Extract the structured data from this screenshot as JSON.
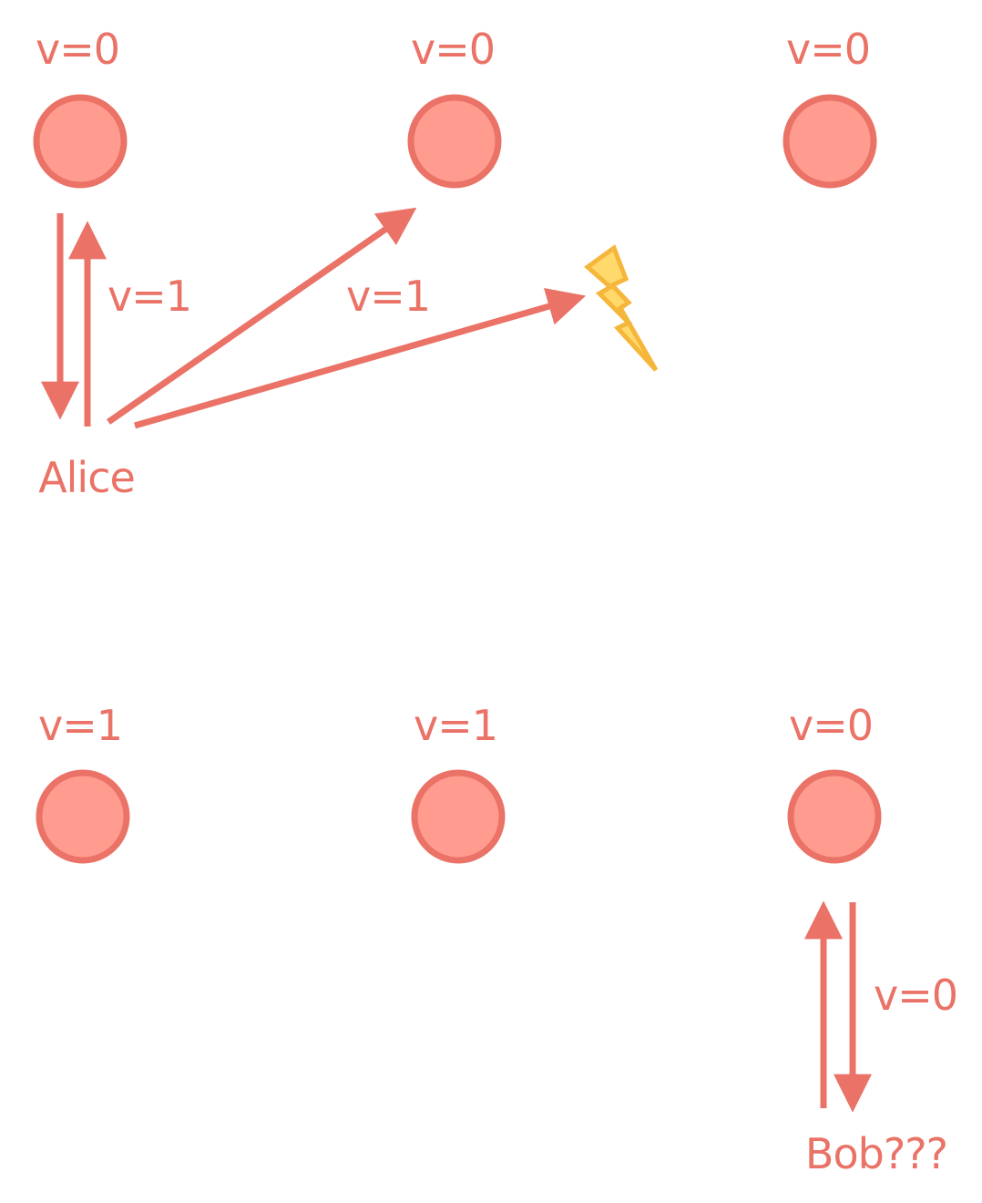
{
  "colors": {
    "node_fill": "#FF9B8F",
    "node_stroke": "#EA7266",
    "arrow": "#EA7266",
    "text": "#EA7266",
    "lightning_fill": "#FFD96B",
    "lightning_stroke": "#F6B63A"
  },
  "nodes": [
    {
      "id": "top-left",
      "value_label": "v=0"
    },
    {
      "id": "top-middle",
      "value_label": "v=0"
    },
    {
      "id": "top-right",
      "value_label": "v=0"
    },
    {
      "id": "bottom-left",
      "value_label": "v=1"
    },
    {
      "id": "bottom-middle",
      "value_label": "v=1"
    },
    {
      "id": "bottom-right",
      "value_label": "v=0"
    }
  ],
  "clients": {
    "alice": "Alice",
    "bob": "Bob???"
  },
  "messages": {
    "alice_to_top_left": "v=1",
    "alice_to_top_middle": "v=1",
    "bob_to_bottom_right": "v=0"
  },
  "icons": {
    "failure": "lightning-icon"
  }
}
